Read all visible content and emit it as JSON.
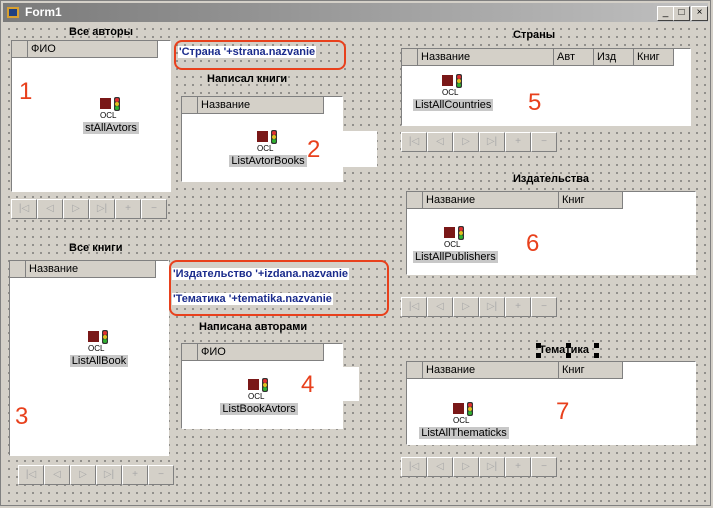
{
  "window": {
    "title": "Form1",
    "buttons": [
      "_",
      "□",
      "×"
    ]
  },
  "labels": {
    "authors": "Все авторы",
    "wrote_books": "Написал книги",
    "all_books": "Все книги",
    "written_by": "Написана авторами",
    "countries": "Страны",
    "publishers": "Издательства",
    "thematics": "Тематика"
  },
  "grids": {
    "authors": {
      "columns": [
        "ФИО"
      ]
    },
    "wrote_books": {
      "columns": [
        "Название"
      ]
    },
    "all_books": {
      "columns": [
        "Название"
      ]
    },
    "written_by": {
      "columns": [
        "ФИО"
      ]
    },
    "countries": {
      "columns": [
        "Название",
        "Авт",
        "Изд",
        "Книг"
      ]
    },
    "publishers": {
      "columns": [
        "Название",
        "Книг"
      ]
    },
    "thematics": {
      "columns": [
        "Название",
        "Книг"
      ]
    }
  },
  "components": {
    "authors": "stAllAvtors",
    "wrote_books": "ListAvtorBooks",
    "all_books": "ListAllBook",
    "written_by": "ListBookAvtors",
    "countries": "ListAllCountries",
    "publishers": "ListAllPublishers",
    "thematics": "ListAllThematicks",
    "ocl_text": "OCL"
  },
  "expressions": {
    "country": "'Страна    '+strana.nazvanie",
    "publisher": "'Издательство    '+izdana.nazvanie",
    "thematic": "'Тематика   '+tematika.nazvanie"
  },
  "annotations": [
    "1",
    "2",
    "3",
    "4",
    "5",
    "6",
    "7"
  ],
  "navigator": [
    "|◁",
    "◁",
    "▷",
    "▷|",
    "+",
    "−"
  ],
  "colors": {
    "annotation": "#e8401c",
    "expression": "#1a2b8c"
  }
}
